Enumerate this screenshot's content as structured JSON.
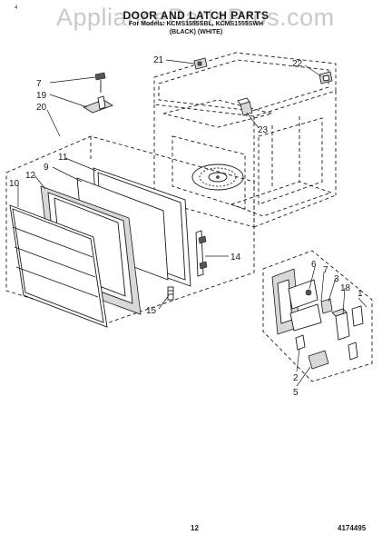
{
  "header": {
    "watermark": "AppliancePartsPros.com",
    "title": "DOOR AND LATCH PARTS",
    "models": "For Models: KCMS1555SBL, KCMS1555SWH",
    "colors": "(BLACK)   (WHITE)",
    "tick": "4"
  },
  "callouts": [
    {
      "id": "c21",
      "text": "21"
    },
    {
      "id": "c22",
      "text": "22"
    },
    {
      "id": "c7a",
      "text": "7"
    },
    {
      "id": "c19",
      "text": "19"
    },
    {
      "id": "c20",
      "text": "20"
    },
    {
      "id": "c23",
      "text": "23"
    },
    {
      "id": "c11",
      "text": "11"
    },
    {
      "id": "c9",
      "text": "9"
    },
    {
      "id": "c12",
      "text": "12"
    },
    {
      "id": "c10",
      "text": "10"
    },
    {
      "id": "c14",
      "text": "14"
    },
    {
      "id": "c15",
      "text": "15"
    },
    {
      "id": "c6",
      "text": "6"
    },
    {
      "id": "c7b",
      "text": "7"
    },
    {
      "id": "c3",
      "text": "3"
    },
    {
      "id": "c18",
      "text": "18"
    },
    {
      "id": "c1",
      "text": "1"
    },
    {
      "id": "c2",
      "text": "2"
    },
    {
      "id": "c5",
      "text": "5"
    }
  ],
  "footer": {
    "page_number": "12",
    "document_number": "4174495"
  }
}
